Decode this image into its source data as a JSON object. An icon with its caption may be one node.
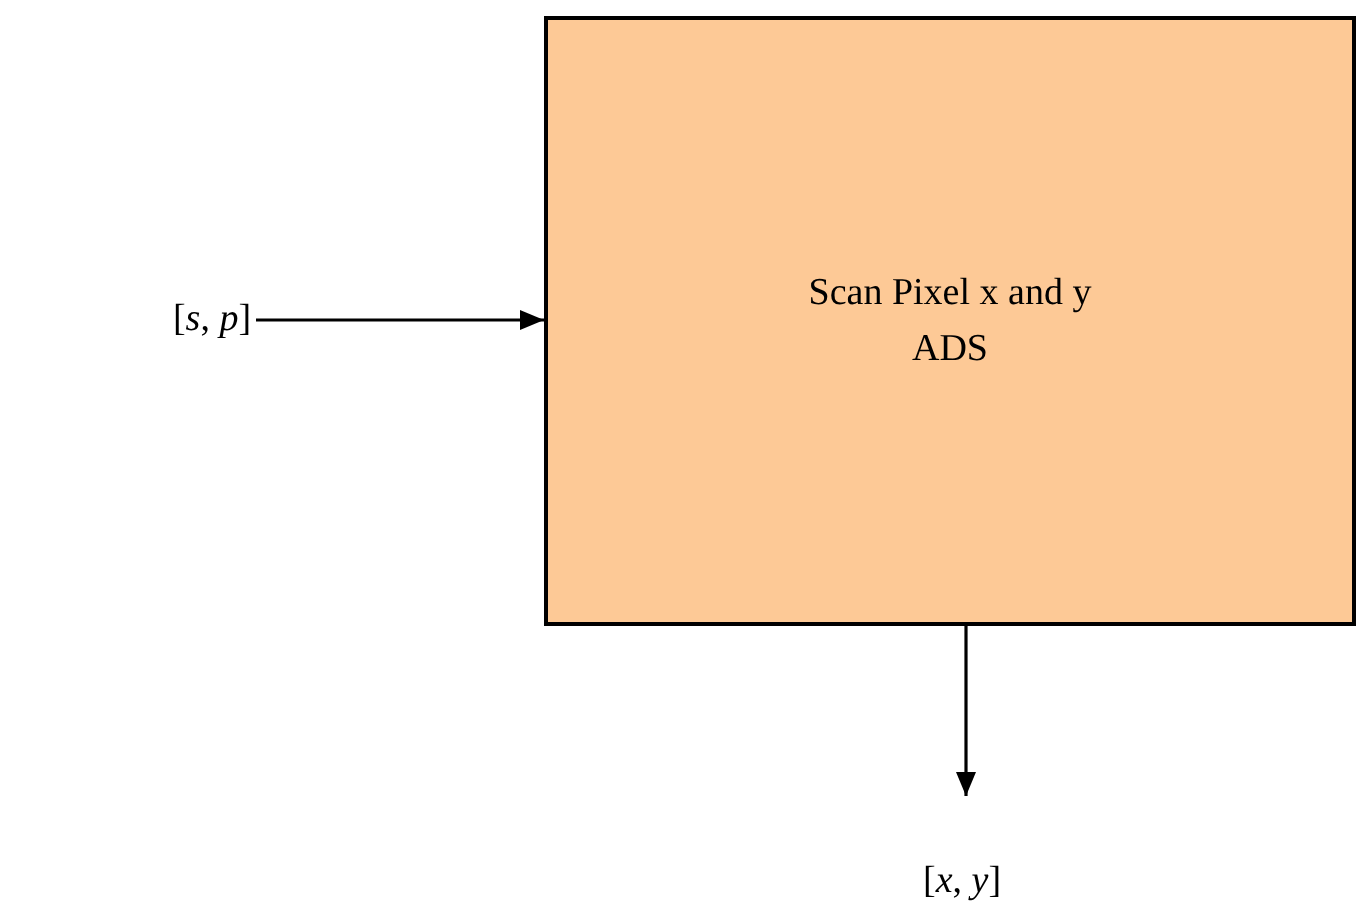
{
  "diagram": {
    "nodes": [
      {
        "text": [
          "[*s*, *p*]"
        ]
      },
      {
        "text": [
          "Scan Pixel x and y",
          "ADS"
        ]
      },
      {
        "text": [
          "[*x*, *y*]"
        ]
      }
    ],
    "edges": [
      {
        "from": 0,
        "to": 1,
        "arrow": "to"
      },
      {
        "from": 1,
        "to": 2,
        "arrow": "to"
      }
    ]
  }
}
